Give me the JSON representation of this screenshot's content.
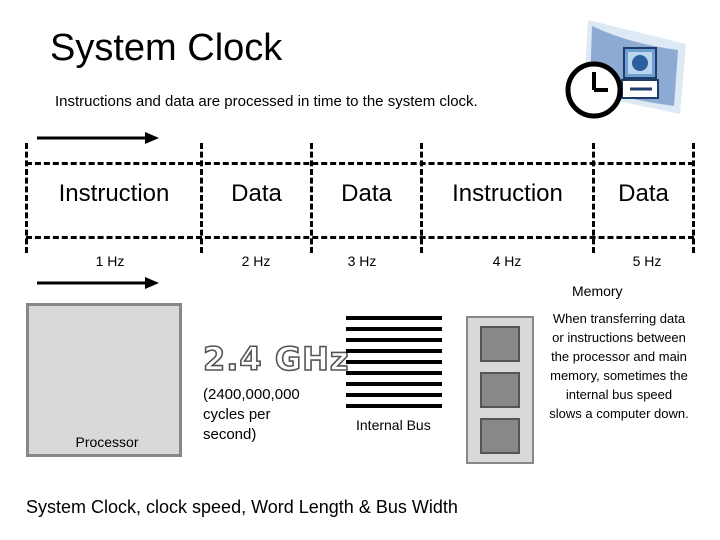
{
  "title": "System Clock",
  "subtitle": "Instructions and data are processed in time to the system clock.",
  "timeline": {
    "cycles": [
      "Instruction",
      "Data",
      "Data",
      "Instruction",
      "Data"
    ],
    "hz": [
      "1 Hz",
      "2 Hz",
      "3 Hz",
      "4 Hz",
      "5 Hz"
    ]
  },
  "processor": {
    "label": "Processor"
  },
  "speed": {
    "ghz": "2.4 GHz",
    "cycles": "(2400,000,000 cycles per second)"
  },
  "bus": {
    "label": "Internal Bus"
  },
  "memory": {
    "label": "Memory",
    "note": "When transferring data or instructions between the processor and main memory, sometimes the internal bus speed slows a computer down."
  },
  "footer": "System Clock, clock speed, Word Length & Bus Width",
  "icons": {
    "clock": "clock-computer-icon",
    "arrow": "arrow-right-icon"
  }
}
